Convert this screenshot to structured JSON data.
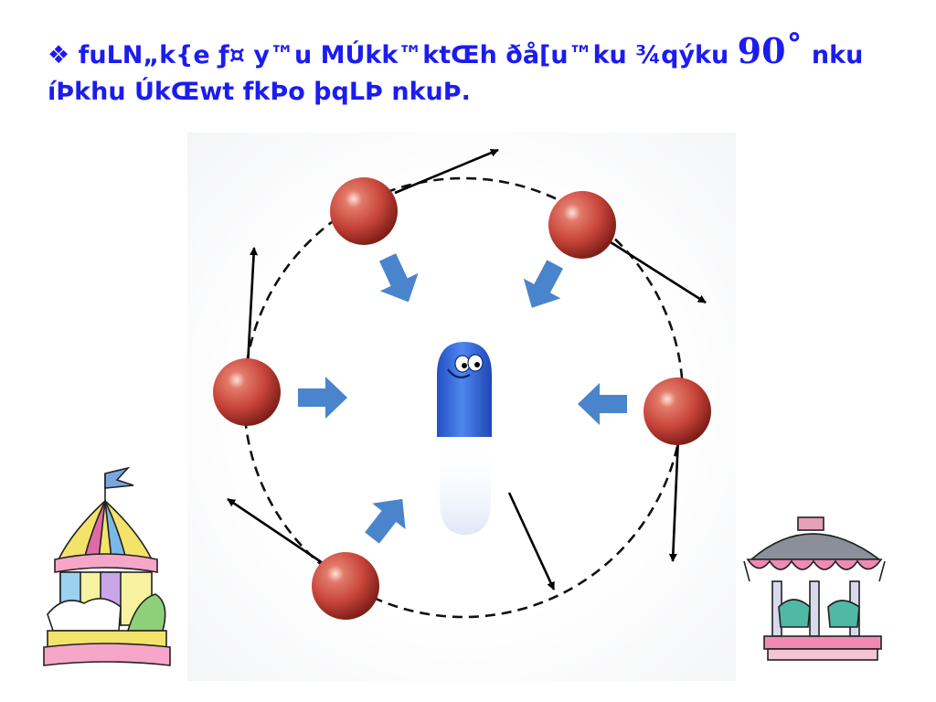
{
  "slide": {
    "bullet": "❖",
    "title_part1": "fuLN„k{e ƒ¤ y™u MÚkk™ktŒh ðå[u™ku ¾qýku ",
    "title_number": "90˚",
    "title_part2": " nku",
    "title_line2": "íÞkhu ÚkŒwt  fkÞo þqLÞ nkuÞ."
  },
  "colors": {
    "title": "#1c1cf0",
    "ball": "#c8443a",
    "inward_arrow": "#4a84cc",
    "character": "#2f63d8"
  },
  "icons": {
    "center": "blue-character-icon",
    "left_clipart": "carousel-tent-icon",
    "right_clipart": "merry-go-round-icon"
  }
}
